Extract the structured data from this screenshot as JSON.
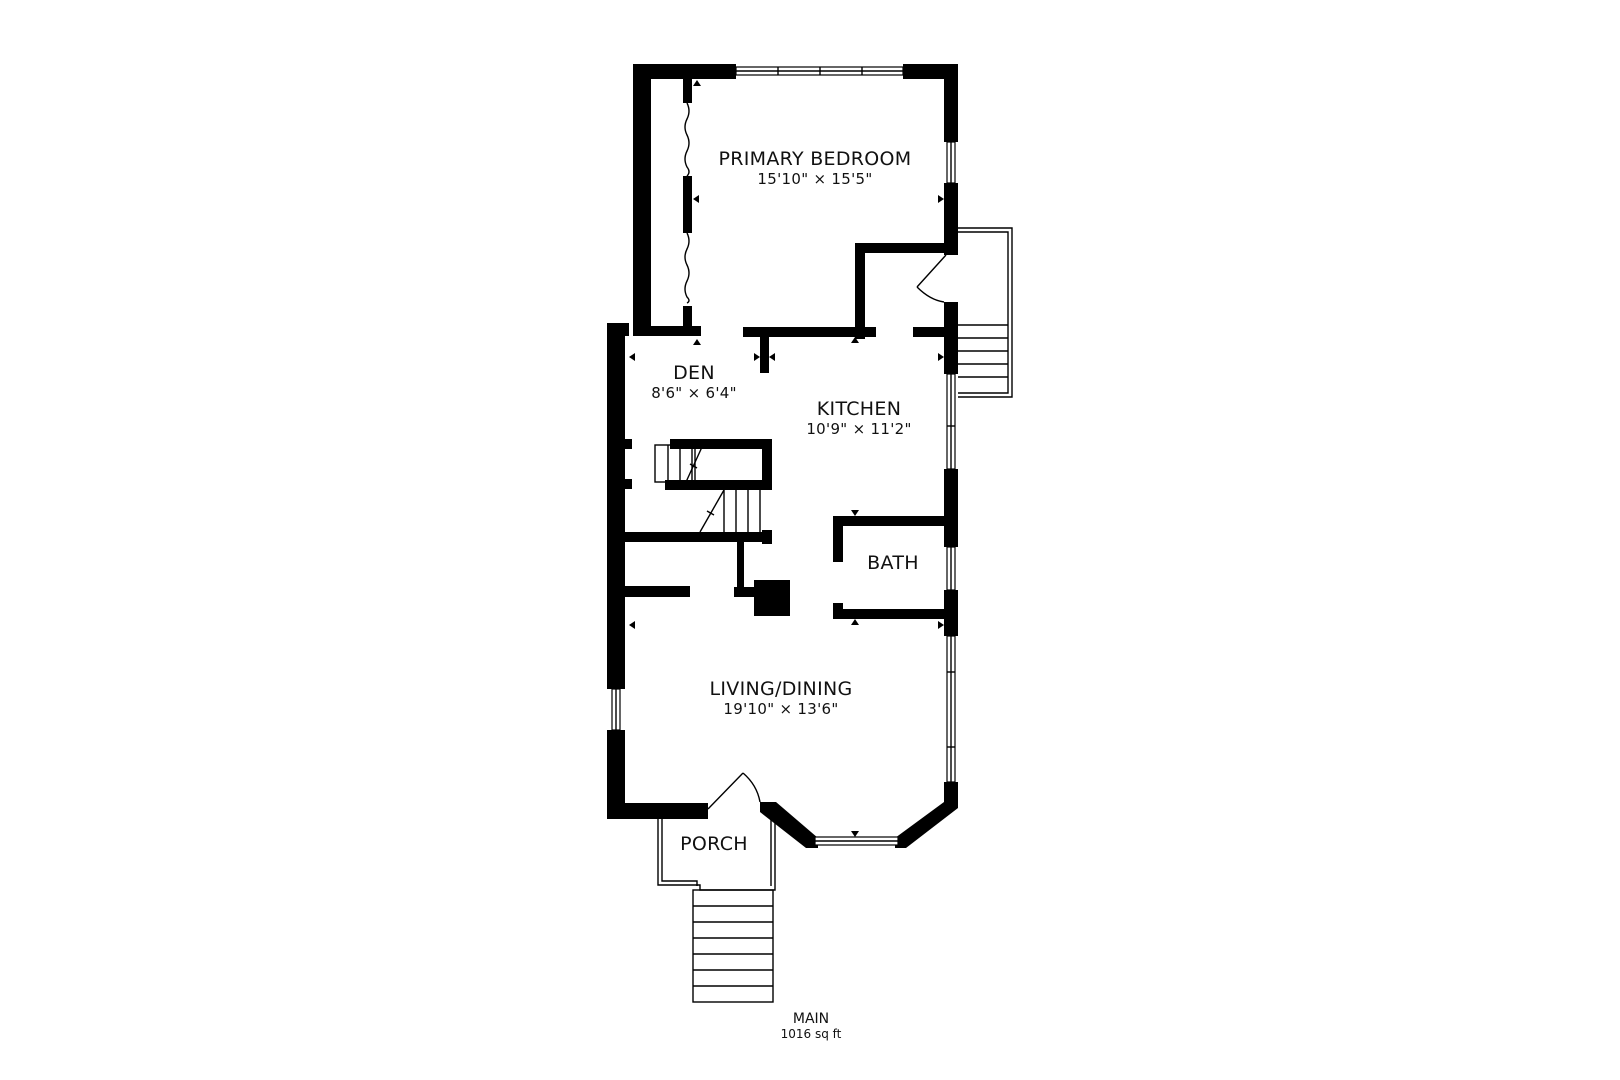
{
  "floorplan": {
    "floor": {
      "name": "MAIN",
      "area": "1016 sq ft"
    },
    "rooms": [
      {
        "id": "primary-bedroom",
        "name": "PRIMARY BEDROOM",
        "dimensions": "15'10\" × 15'5\""
      },
      {
        "id": "den",
        "name": "DEN",
        "dimensions": "8'6\" × 6'4\""
      },
      {
        "id": "kitchen",
        "name": "KITCHEN",
        "dimensions": "10'9\" × 11'2\""
      },
      {
        "id": "bath",
        "name": "BATH",
        "dimensions": ""
      },
      {
        "id": "living-dining",
        "name": "LIVING/DINING",
        "dimensions": "19'10\" × 13'6\""
      },
      {
        "id": "porch",
        "name": "PORCH",
        "dimensions": ""
      }
    ],
    "colors": {
      "wall": "#000000",
      "background": "#ffffff"
    }
  }
}
